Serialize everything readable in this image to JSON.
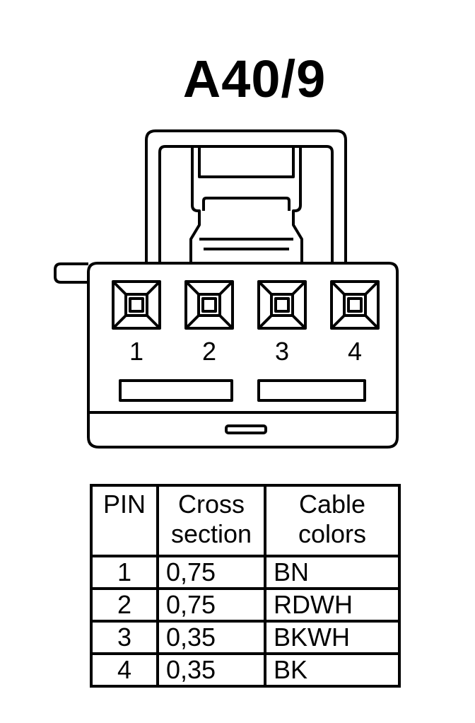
{
  "title": "A40/9",
  "connector": {
    "pin_labels": [
      "1",
      "2",
      "3",
      "4"
    ]
  },
  "table": {
    "headers": {
      "pin": "PIN",
      "cross_section": [
        "Cross",
        "section"
      ],
      "cable_colors": [
        "Cable",
        "colors"
      ]
    },
    "rows": [
      {
        "pin": "1",
        "cross_section": "0,75",
        "color": "BN"
      },
      {
        "pin": "2",
        "cross_section": "0,75",
        "color": "RDWH"
      },
      {
        "pin": "3",
        "cross_section": "0,35",
        "color": "BKWH"
      },
      {
        "pin": "4",
        "cross_section": "0,35",
        "color": "BK"
      }
    ]
  }
}
